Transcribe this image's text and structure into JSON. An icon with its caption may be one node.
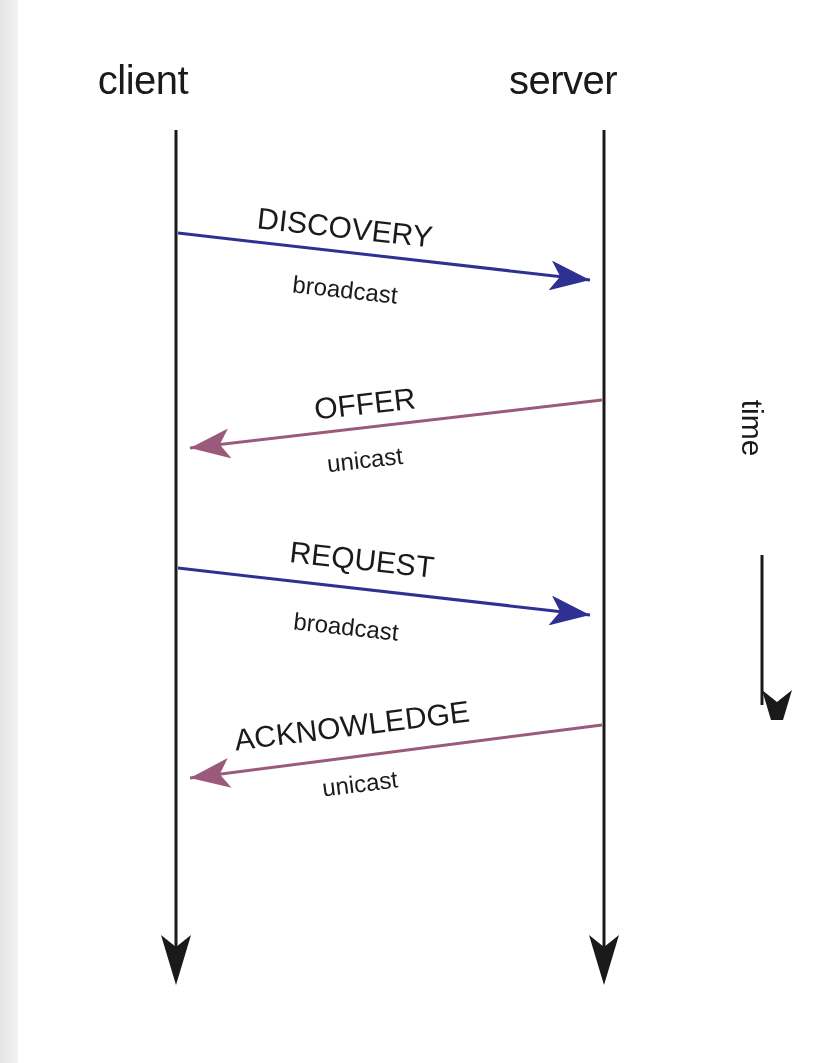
{
  "diagram": {
    "nodes": [
      {
        "text": [
          "client"
        ]
      },
      {
        "text": [
          "server"
        ]
      },
      {
        "text": [],
        "shape": "bar"
      },
      {
        "text": [],
        "shape": "bar"
      }
    ],
    "edges": [
      {
        "from": 2,
        "to": 3,
        "arrow": "to",
        "label": "DISCOVERY",
        "color": "#2e3192"
      },
      {
        "from": 3,
        "to": 2,
        "arrow": "to",
        "label": "OFFER",
        "color": "#9b5a7c"
      },
      {
        "from": 2,
        "to": 3,
        "arrow": "to",
        "label": "REQUEST",
        "color": "#2e3192"
      },
      {
        "from": 3,
        "to": 2,
        "arrow": "to",
        "label": "ACKNOWLEDGE",
        "color": "#9b5a7c"
      }
    ],
    "labels": [
      "broadcast",
      "unicast",
      "broadcast",
      "unicast",
      "time"
    ]
  }
}
